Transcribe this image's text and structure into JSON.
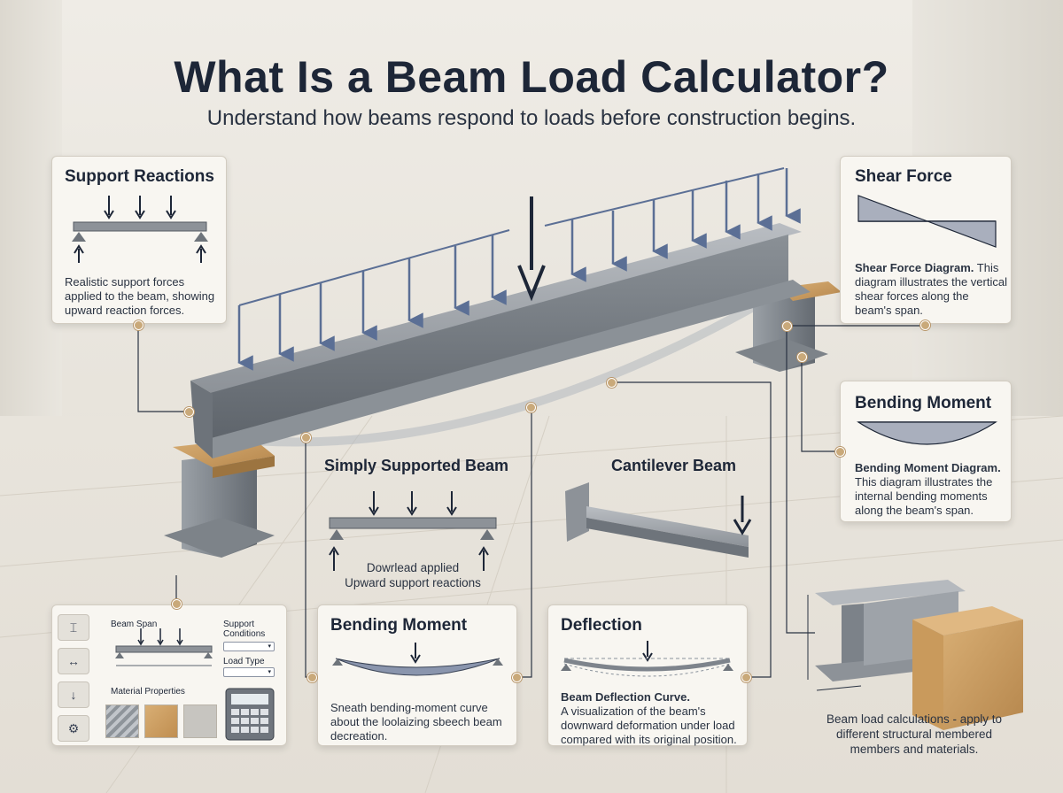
{
  "header": {
    "title": "What Is a Beam Load Calculator?",
    "subtitle": "Understand how beams respond to loads before construction begins."
  },
  "support_reactions": {
    "title": "Support Reactions",
    "text": "Realistic support forces applied to the beam, showing upward reaction forces."
  },
  "shear_force": {
    "title": "Shear Force",
    "text_bold": "Shear Force Diagram.",
    "text": "This diagram illustrates the vertical shear forces along the beam's span."
  },
  "bending_moment_right": {
    "title": "Bending Moment",
    "text_bold": "Bending Moment Diagram.",
    "text": "This diagram illustrates the internal bending moments along the beam's span."
  },
  "simply_supported": {
    "title": "Simply Supported Beam",
    "caption_line1": "Dowrlead applied",
    "caption_line2": "Upward support reactions"
  },
  "cantilever": {
    "title": "Cantilever Beam"
  },
  "calculator_panel": {
    "beam_span": "Beam Span",
    "support_conditions_line1": "Support",
    "support_conditions_line2": "Conditions",
    "load_type": "Load Type",
    "material_properties": "Material Properties",
    "icons": [
      "i-beam-icon",
      "span-icon",
      "load-icon",
      "gear-icon"
    ]
  },
  "bending_moment_bottom": {
    "title": "Bending Moment",
    "text": "Sneath bending-moment curve about the loolaizing sbeech beam decreation."
  },
  "deflection": {
    "title": "Deflection",
    "text_bold": "Beam Deflection Curve.",
    "text": "A visualization of the beam's downward deformation under load compared with its original position."
  },
  "materials": {
    "caption": "Beam load calculations - apply to different structural membered members and materials."
  },
  "colors": {
    "navy": "#1d2637",
    "arrow_blue": "#5b6f95",
    "steel": "#7e848c",
    "wood": "#c89a5e",
    "accent_dot": "#c9a97a"
  }
}
